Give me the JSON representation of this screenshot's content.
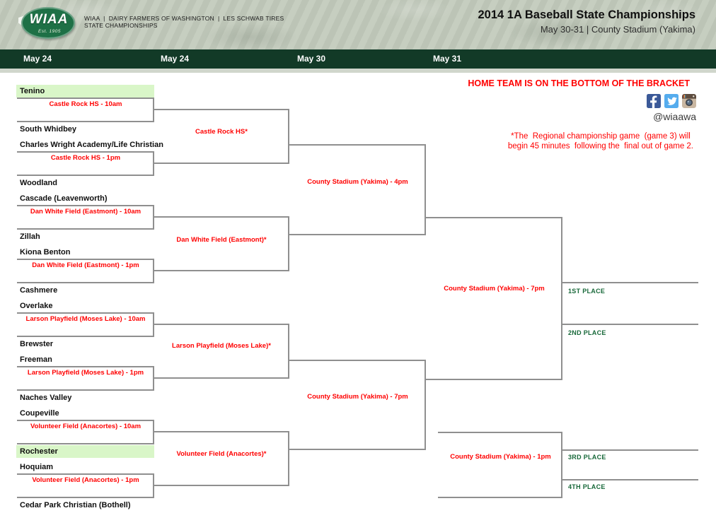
{
  "header": {
    "logo_text": "WIAA",
    "logo_est": "Est. 1905",
    "org_line": "WIAA  |  DAIRY FARMERS OF WASHINGTON  |  LES SCHWAB TIRES STATE CHAMPIONSHIPS",
    "title": "2014 1A Baseball State Championships",
    "subtitle": "May 30-31 | County Stadium (Yakima)"
  },
  "dates": [
    "May 24",
    "May 24",
    "May 30",
    "May 31"
  ],
  "right_panel": {
    "home_team_note": "HOME TEAM IS ON THE BOTTOM OF THE BRACKET",
    "social_icons": [
      "facebook-icon",
      "twitter-icon",
      "instagram-icon"
    ],
    "handle": "@wiaawa",
    "footnote_line1": "*The  Regional championship game  (game 3) will",
    "footnote_line2": "begin 45 minutes  following the  final out of game 2."
  },
  "bracket": {
    "teams": [
      {
        "name": "Tenino",
        "highlighted": true
      },
      {
        "name": "South Whidbey",
        "highlighted": false
      },
      {
        "name": "Charles Wright Academy/Life Christian",
        "highlighted": false
      },
      {
        "name": "Woodland",
        "highlighted": false
      },
      {
        "name": "Cascade (Leavenworth)",
        "highlighted": false
      },
      {
        "name": "Zillah",
        "highlighted": false
      },
      {
        "name": "Kiona Benton",
        "highlighted": false
      },
      {
        "name": "Cashmere",
        "highlighted": false
      },
      {
        "name": "Overlake",
        "highlighted": false
      },
      {
        "name": "Brewster",
        "highlighted": false
      },
      {
        "name": "Freeman",
        "highlighted": false
      },
      {
        "name": "Naches Valley",
        "highlighted": false
      },
      {
        "name": "Coupeville",
        "highlighted": false
      },
      {
        "name": "Rochester",
        "highlighted": true
      },
      {
        "name": "Hoquiam",
        "highlighted": false
      },
      {
        "name": "Cedar Park Christian (Bothell)",
        "highlighted": false
      }
    ],
    "round1_games": [
      "Castle Rock HS - 10am",
      "Castle Rock HS - 1pm",
      "Dan White Field (Eastmont) - 10am",
      "Dan White Field (Eastmont) - 1pm",
      "Larson Playfield (Moses Lake) - 10am",
      "Larson Playfield (Moses Lake) - 1pm",
      "Volunteer Field (Anacortes) - 10am",
      "Volunteer Field (Anacortes) - 1pm"
    ],
    "round2_games": [
      "Castle Rock HS*",
      "Dan White Field (Eastmont)*",
      "Larson Playfield (Moses Lake)*",
      "Volunteer Field (Anacortes)*"
    ],
    "semifinal_games": [
      "County Stadium (Yakima) - 4pm",
      "County Stadium (Yakima) - 7pm"
    ],
    "final_game": "County Stadium (Yakima) - 7pm",
    "third_place_game": "County Stadium (Yakima) - 1pm",
    "place_labels": [
      "1ST PLACE",
      "2ND PLACE",
      "3RD PLACE",
      "4TH PLACE"
    ]
  },
  "colors": {
    "accent_red": "#ff0000",
    "place_green": "#176839",
    "highlight_green": "#d9f6c8",
    "bar_dark_green": "#123a27",
    "bracket_line_gray": "#8f8f8f"
  }
}
